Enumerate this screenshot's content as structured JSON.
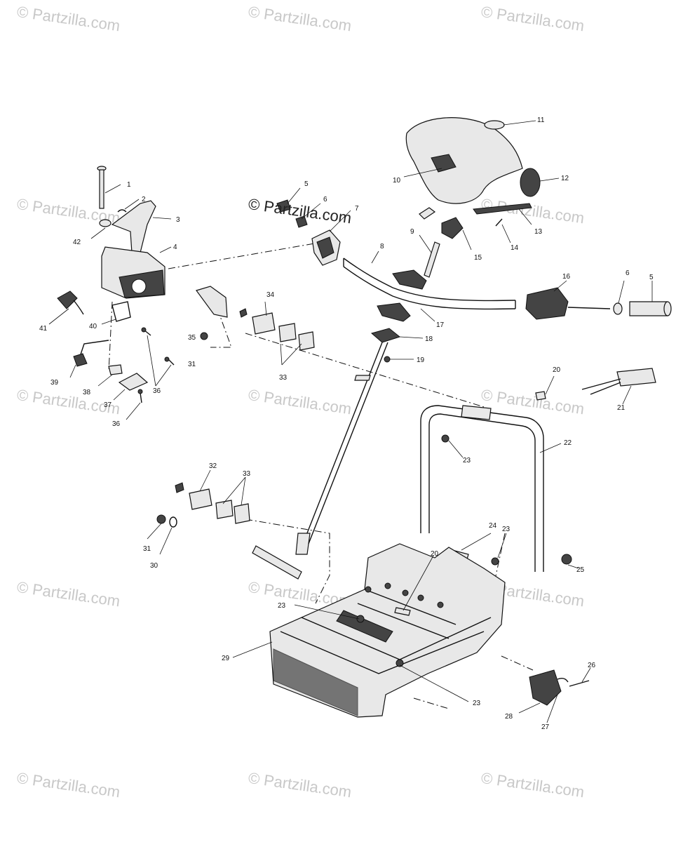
{
  "watermark": {
    "text": "© Partzilla.com",
    "center_text": "© Partzilla.com",
    "color": "#c8c8c8"
  },
  "callouts": [
    {
      "id": "c1",
      "text": "1"
    },
    {
      "id": "c2",
      "text": "2"
    },
    {
      "id": "c3",
      "text": "3"
    },
    {
      "id": "c4",
      "text": "4"
    },
    {
      "id": "c5a",
      "text": "5"
    },
    {
      "id": "c6a",
      "text": "6"
    },
    {
      "id": "c7",
      "text": "7"
    },
    {
      "id": "c8",
      "text": "8"
    },
    {
      "id": "c9",
      "text": "9"
    },
    {
      "id": "c10",
      "text": "10"
    },
    {
      "id": "c11",
      "text": "11"
    },
    {
      "id": "c12",
      "text": "12"
    },
    {
      "id": "c13",
      "text": "13"
    },
    {
      "id": "c14",
      "text": "14"
    },
    {
      "id": "c15",
      "text": "15"
    },
    {
      "id": "c16",
      "text": "16"
    },
    {
      "id": "c6b",
      "text": "6"
    },
    {
      "id": "c5b",
      "text": "5"
    },
    {
      "id": "c17",
      "text": "17"
    },
    {
      "id": "c18",
      "text": "18"
    },
    {
      "id": "c19",
      "text": "19"
    },
    {
      "id": "c20a",
      "text": "20"
    },
    {
      "id": "c21",
      "text": "21"
    },
    {
      "id": "c22",
      "text": "22"
    },
    {
      "id": "c23a",
      "text": "23"
    },
    {
      "id": "c34",
      "text": "34"
    },
    {
      "id": "c35",
      "text": "35"
    },
    {
      "id": "c31a",
      "text": "31"
    },
    {
      "id": "c33a",
      "text": "33"
    },
    {
      "id": "c41",
      "text": "41"
    },
    {
      "id": "c40",
      "text": "40"
    },
    {
      "id": "c42",
      "text": "42"
    },
    {
      "id": "c39",
      "text": "39"
    },
    {
      "id": "c38",
      "text": "38"
    },
    {
      "id": "c37",
      "text": "37"
    },
    {
      "id": "c36a",
      "text": "36"
    },
    {
      "id": "c36b",
      "text": "36"
    },
    {
      "id": "c32",
      "text": "32"
    },
    {
      "id": "c33b",
      "text": "33"
    },
    {
      "id": "c31b",
      "text": "31"
    },
    {
      "id": "c30",
      "text": "30"
    },
    {
      "id": "c24",
      "text": "24"
    },
    {
      "id": "c23b",
      "text": "23"
    },
    {
      "id": "c20b",
      "text": "20"
    },
    {
      "id": "c25",
      "text": "25"
    },
    {
      "id": "c23c",
      "text": "23"
    },
    {
      "id": "c29",
      "text": "29"
    },
    {
      "id": "c23d",
      "text": "23"
    },
    {
      "id": "c26",
      "text": "26"
    },
    {
      "id": "c28",
      "text": "28"
    },
    {
      "id": "c27",
      "text": "27"
    }
  ]
}
